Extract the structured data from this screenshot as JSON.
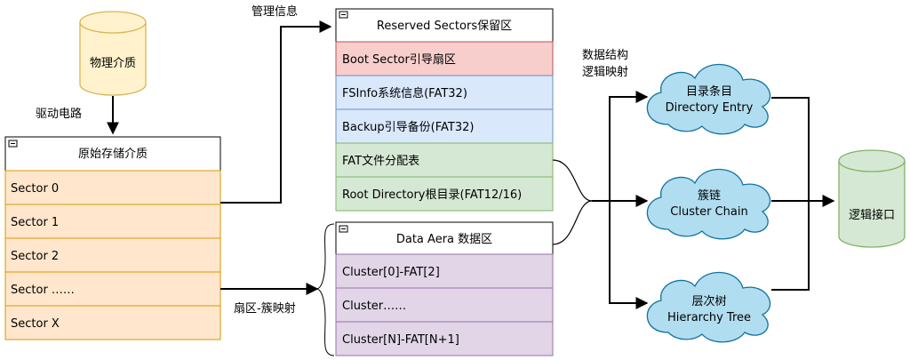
{
  "physical_medium": {
    "label": "物理介质"
  },
  "logical_interface": {
    "label": "逻辑接口"
  },
  "edge_labels": {
    "driver_circuit": "驱动电路",
    "management_info": "管理信息",
    "sector_cluster_mapping": "扇区-簇映射",
    "data_structure_line1": "数据结构",
    "data_structure_line2": "逻辑映射"
  },
  "raw_storage": {
    "title": "原始存储介质",
    "rows": [
      "Sector 0",
      "Sector 1",
      "Sector 2",
      "Sector ……",
      "Sector X"
    ]
  },
  "reserved": {
    "title": "Reserved Sectors保留区",
    "rows": [
      "Boot Sector引导扇区",
      "FSInfo系统信息(FAT32)",
      "Backup引导备份(FAT32)",
      "FAT文件分配表",
      "Root Directory根目录(FAT12/16)"
    ]
  },
  "data_area": {
    "title": "Data Aera 数据区",
    "rows": [
      "Cluster[0]-FAT[2]",
      "Cluster……",
      "Cluster[N]-FAT[N+1]"
    ]
  },
  "clouds": {
    "directory_line1": "目录条目",
    "directory_line2": "Directory Entry",
    "cluster_line1": "簇链",
    "cluster_line2": "Cluster Chain",
    "tree_line1": "层次树",
    "tree_line2": "Hierarchy Tree"
  },
  "colors": {
    "raw_fill": "#ffe6cc",
    "raw_stroke": "#d79b00",
    "boot_fill": "#f8cecc",
    "boot_stroke": "#b85450",
    "fsinfo_fill": "#dae8fc",
    "fsinfo_stroke": "#6c8ebf",
    "fat_fill": "#d5e8d4",
    "fat_stroke": "#82b366",
    "data_fill": "#e1d5e7",
    "data_stroke": "#9673a6",
    "physical_fill": "#fff2cc",
    "physical_stroke": "#d6b656",
    "logical_fill": "#d5e8d4",
    "logical_stroke": "#82b366",
    "cloud_fill": "#b1ddf0",
    "cloud_stroke": "#10739e"
  }
}
